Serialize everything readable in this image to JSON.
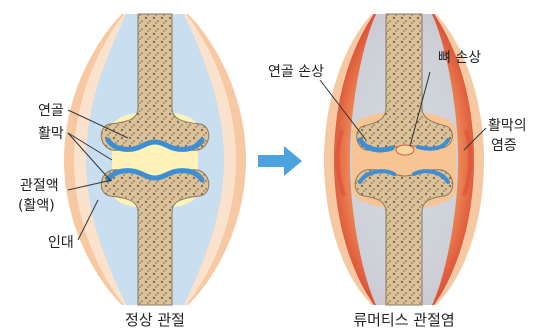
{
  "normal_joint": {
    "caption": "정상 관절",
    "labels": {
      "cartilage": "연골",
      "synovium": "활막",
      "synovial_fluid_line1": "관절액",
      "synovial_fluid_line2": "(활액)",
      "ligament": "인대"
    }
  },
  "ra_joint": {
    "caption": "류머티스 관절염",
    "labels": {
      "cartilage_damage": "연골 손상",
      "bone_damage": "뼈 손상",
      "synovitis_line1": "활막의",
      "synovitis_line2": "염증"
    }
  },
  "arrow_icon": "right-arrow-icon",
  "colors": {
    "capsule_outer": "#f6c9a3",
    "capsule_inner": "#fbe2cc",
    "membrane": "#c9dff0",
    "bone_fill": "#d9c29c",
    "bone_outline": "#8a7a64",
    "cartilage": "#3d8ed3",
    "synovial_fluid": "#fdf3b8",
    "inflammation": "#e0533a",
    "arrow": "#4da3dd"
  }
}
